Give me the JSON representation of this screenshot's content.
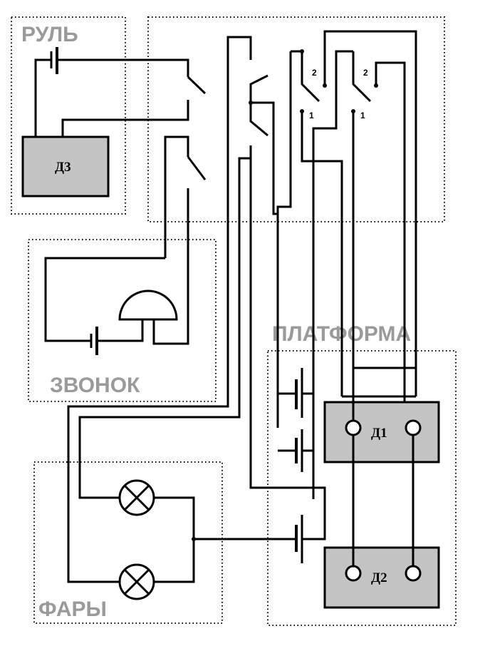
{
  "zones": {
    "steering_title": "РУЛЬ",
    "bell_title": "ЗВОНОК",
    "headlights_title": "ФАРЫ",
    "platform_title": "ПЛАТФОРМА"
  },
  "devices": {
    "motor_3": "Д3",
    "motor_1": "Д1",
    "motor_2": "Д2"
  },
  "switch_positions": {
    "left_pos2": "2",
    "left_pos1": "1",
    "right_pos2": "2",
    "right_pos1": "1"
  },
  "colors": {
    "wire": "#000000",
    "block_fill": "#c4c4c4",
    "zone_title": "#9a9a9a"
  }
}
